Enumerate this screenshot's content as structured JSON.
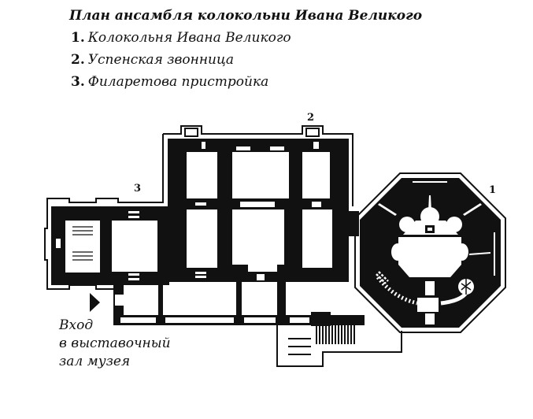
{
  "title": "План ансамбля колокольни Ивана Великого",
  "legend": [
    {
      "num": "1.",
      "label": "Колокольня Ивана Великого"
    },
    {
      "num": "2.",
      "label": "Успенская звонница"
    },
    {
      "num": "3.",
      "label": "Филаретова пристройка"
    }
  ],
  "plan_labels": {
    "one": "1",
    "two": "2",
    "three": "3"
  },
  "entry": {
    "line1": "Вход",
    "line2": "в выставочный",
    "line3": "зал музея"
  },
  "colors": {
    "ink": "#111111",
    "paper": "#ffffff"
  }
}
